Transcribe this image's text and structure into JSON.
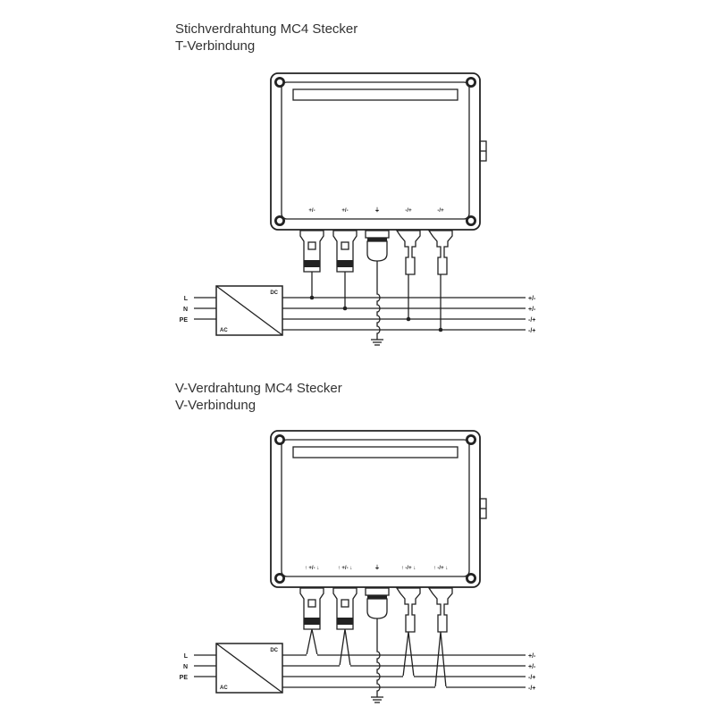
{
  "diagrams": [
    {
      "title": "Stichverdrahtung MC4 Stecker",
      "subtitle": "T-Verbindung",
      "terminal_labels": [
        "+/-",
        "+/-",
        "⏚",
        "-/+",
        "-/+"
      ],
      "input_labels": [
        "L",
        "N",
        "PE"
      ],
      "output_labels": [
        "+/-",
        "+/-",
        "-/+",
        "-/+"
      ],
      "converter": {
        "dc": "DC",
        "ac": "AC"
      },
      "wiring": "T"
    },
    {
      "title": "V-Verdrahtung MC4 Stecker",
      "subtitle": "V-Verbindung",
      "terminal_labels": [
        "↑ +/- ↓",
        "↑ +/- ↓",
        "⏚",
        "↑ -/+ ↓",
        "↑ -/+ ↓"
      ],
      "input_labels": [
        "L",
        "N",
        "PE"
      ],
      "output_labels": [
        "+/-",
        "+/-",
        "-/+",
        "-/+"
      ],
      "converter": {
        "dc": "DC",
        "ac": "AC"
      },
      "wiring": "V"
    }
  ]
}
